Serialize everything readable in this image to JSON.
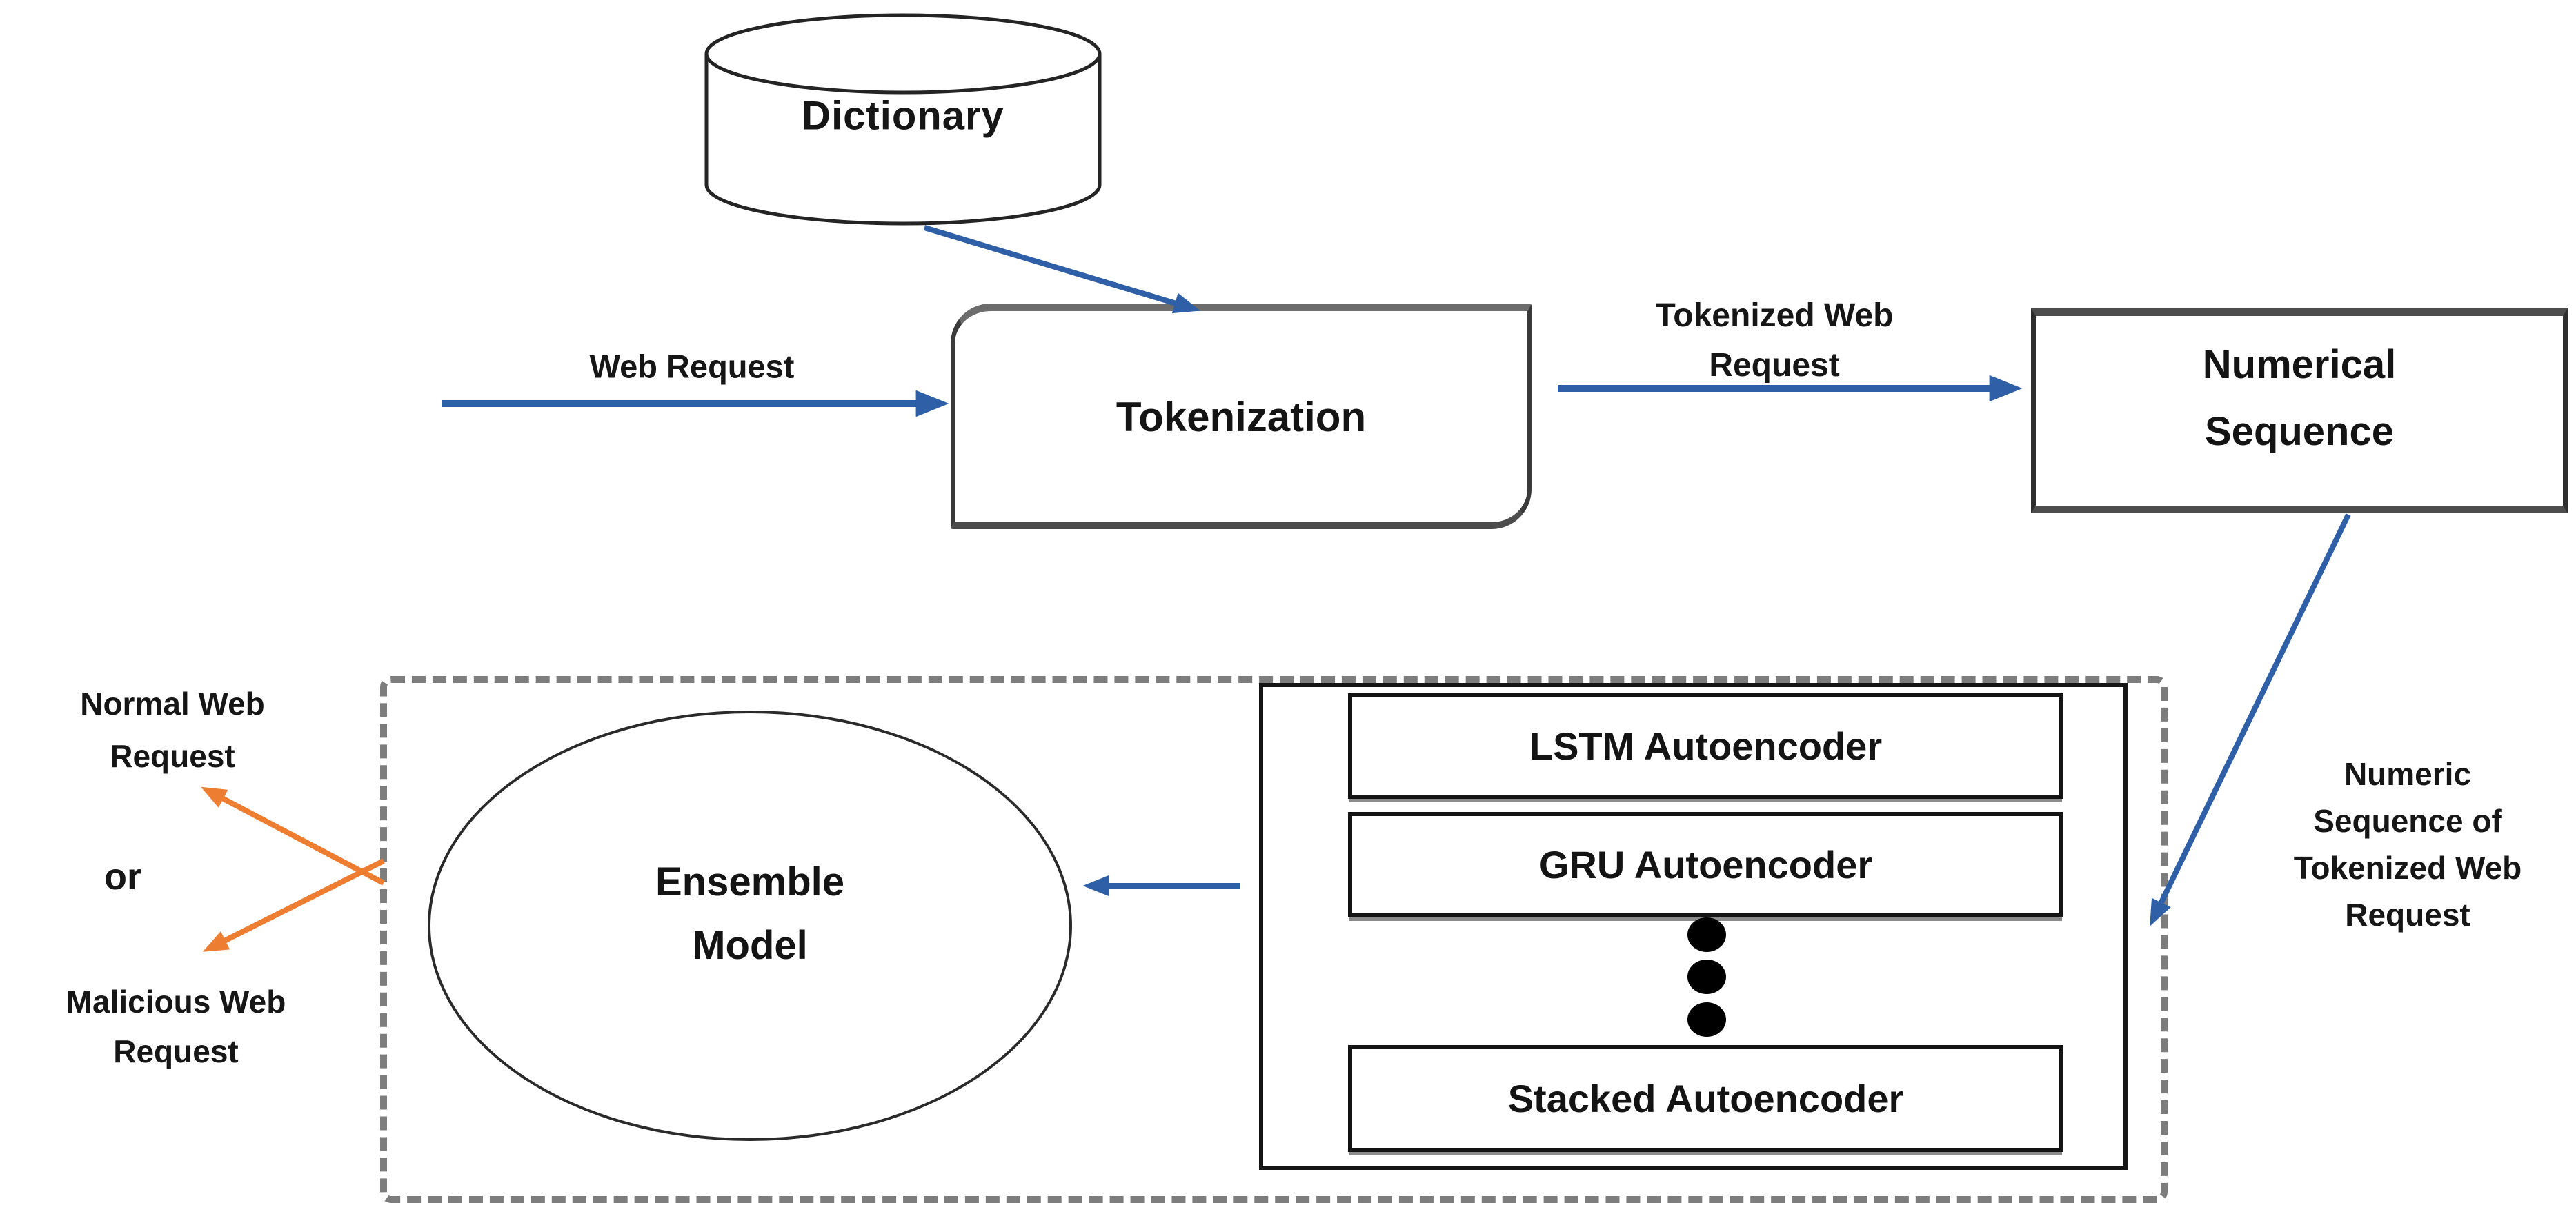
{
  "nodes": {
    "dictionary": {
      "label": "Dictionary"
    },
    "tokenization": {
      "label": "Tokenization"
    },
    "numerical_sequence": {
      "lines": [
        "Numerical",
        "Sequence"
      ]
    },
    "ensemble_model": {
      "lines": [
        "Ensemble",
        "Model"
      ]
    },
    "autoencoder_stack": {
      "items": [
        "LSTM Autoencoder",
        "GRU Autoencoder",
        "Stacked Autoencoder"
      ],
      "ellipsis_icon": "vertical-ellipsis"
    }
  },
  "edge_labels": {
    "web_request": "Web Request",
    "tokenized_web_request": {
      "lines": [
        "Tokenized Web",
        "Request"
      ]
    },
    "numeric_sequence_note": {
      "lines": [
        "Numeric",
        "Sequence of",
        "Tokenized Web",
        "Request"
      ]
    }
  },
  "outputs": {
    "normal": {
      "lines": [
        "Normal Web",
        "Request"
      ]
    },
    "or_label": "or",
    "malicious": {
      "lines": [
        "Malicious Web",
        "Request"
      ]
    }
  },
  "colors": {
    "arrow_blue": "#2E5FA7",
    "arrow_orange": "#ED7D31",
    "dashed_border_gray": "#7D7D7D",
    "shape_border": "#3A3A3A",
    "text": "#141414"
  }
}
